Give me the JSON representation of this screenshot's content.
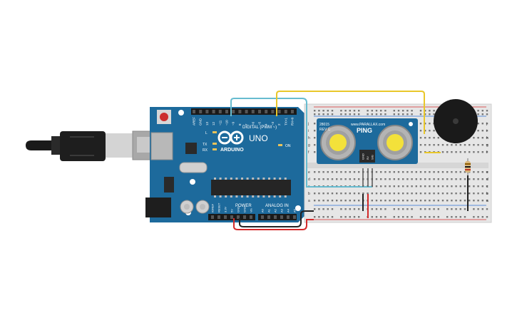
{
  "arduino": {
    "brand": "ARDUINO",
    "model": "UNO",
    "digital_header": "DIGITAL (PWM ~)",
    "power_header": "POWER",
    "analog_header": "ANALOG IN",
    "on_led": "ON",
    "led_l": "L",
    "led_tx": "TX",
    "led_rx": "RX",
    "digital_pins": [
      "AREF",
      "GND",
      "13",
      "12",
      "~11",
      "~10",
      "~9",
      "8",
      "7",
      "~6",
      "~5",
      "4",
      "~3",
      "2",
      "TX>1",
      "RX<0"
    ],
    "power_pins": [
      "IOREF",
      "RESET",
      "3.3V",
      "5V",
      "GND",
      "GND",
      "Vin"
    ],
    "analog_pins": [
      "A0",
      "A1",
      "A2",
      "A3",
      "A4",
      "A5"
    ]
  },
  "sensor": {
    "model_line1": "28015",
    "model_line2": "REV C",
    "brand": "www.PARALLAX.com",
    "name": "PING",
    "pins": [
      "GND",
      "5V",
      "SIG"
    ]
  },
  "breadboard": {
    "row_letters_top": [
      "j",
      "i",
      "h",
      "g",
      "f"
    ],
    "row_letters_bottom": [
      "e",
      "d",
      "c",
      "b",
      "a"
    ]
  },
  "colors": {
    "arduino_board": "#1d6a9c",
    "wire_cyan": "#67bcd0",
    "wire_yellow": "#e9c72a",
    "wire_red": "#d42a2a",
    "wire_black": "#222222",
    "breadboard": "#e6e6e6",
    "buzzer": "#1a1a1a"
  },
  "icons": [
    "usb-cable-icon",
    "reset-button-icon",
    "arduino-logo-icon",
    "resistor-icon"
  ]
}
